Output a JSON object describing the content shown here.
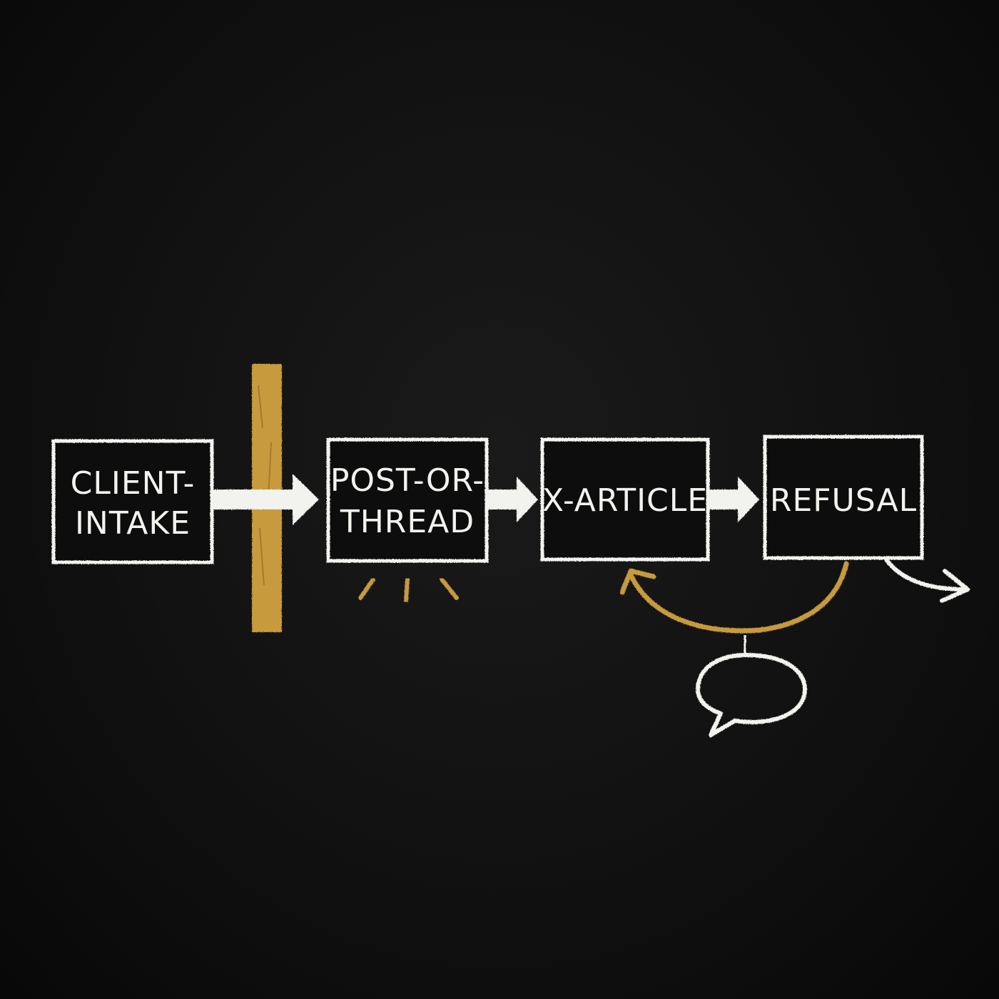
{
  "colors": {
    "board": "#111111",
    "chalk_white": "#f2f2ee",
    "chalk_gold": "#c79a3e"
  },
  "nodes": [
    {
      "id": "client-intake",
      "lines": [
        "CLIENT-",
        "INTAKE"
      ]
    },
    {
      "id": "post-or-thread",
      "lines": [
        "POST-OR-",
        "THREAD"
      ]
    },
    {
      "id": "x-article",
      "lines": [
        "X-ARTICLE"
      ]
    },
    {
      "id": "refusal",
      "lines": [
        "REFUSAL"
      ]
    }
  ],
  "edges": [
    {
      "from": "client-intake",
      "to": "post-or-thread",
      "style": "block-arrow"
    },
    {
      "from": "post-or-thread",
      "to": "x-article",
      "style": "block-arrow"
    },
    {
      "from": "x-article",
      "to": "refusal",
      "style": "block-arrow"
    },
    {
      "from": "refusal",
      "to": "x-article",
      "style": "curved-return",
      "color": "chalk_gold"
    },
    {
      "from": "refusal",
      "to": "exit",
      "style": "curved-exit"
    }
  ],
  "decorations": {
    "gate": "vertical-gold-bar",
    "emphasis": "gold-tick-marks-under-post-or-thread",
    "callout": "speech-bubble-empty"
  }
}
